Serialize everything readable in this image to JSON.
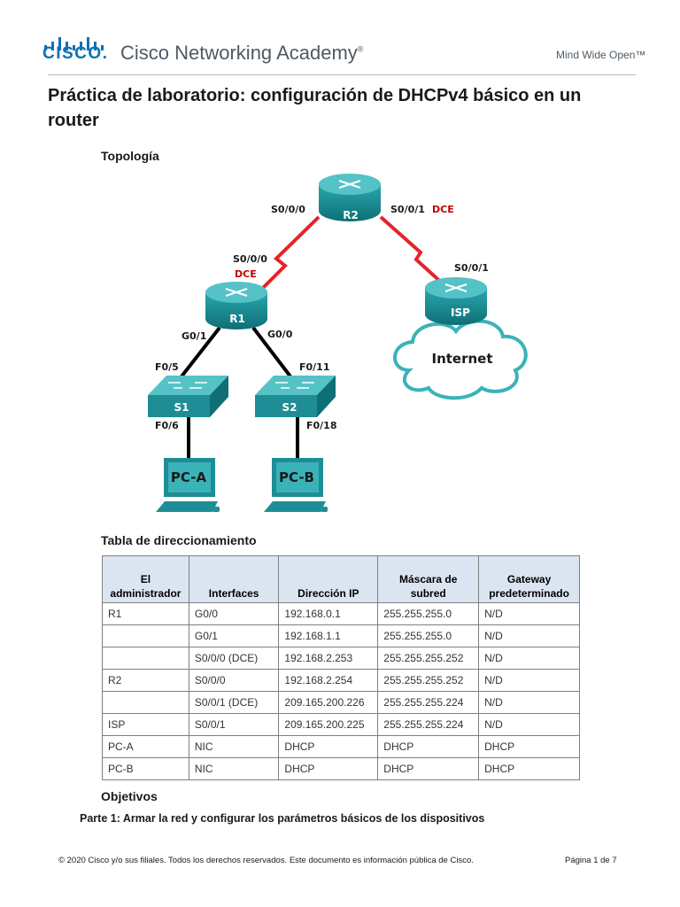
{
  "header": {
    "brand_word": "CISCO.",
    "academy": "Cisco Networking Academy",
    "registered": "®",
    "tagline": "Mind Wide Open™"
  },
  "title": "Práctica de laboratorio: configuración de DHCPv4 básico en un router",
  "topology": {
    "heading": "Topología",
    "devices": {
      "r1": "R1",
      "r2": "R2",
      "isp": "ISP",
      "s1": "S1",
      "s2": "S2",
      "pca": "PC-A",
      "pcb": "PC-B",
      "internet": "Internet"
    },
    "ports": {
      "r2_s000": "S0/0/0",
      "r2_s001": "S0/0/1",
      "r2_dce": "DCE",
      "r1_s000": "S0/0/0",
      "r1_dce": "DCE",
      "isp_s001": "S0/0/1",
      "r1_g01": "G0/1",
      "r1_g00": "G0/0",
      "s1_f05": "F0/5",
      "s2_f011": "F0/11",
      "s1_f06": "F0/6",
      "s2_f018": "F0/18"
    },
    "colors": {
      "device": "#1f8d95",
      "serial_link": "#e3242b",
      "ethernet_link": "#000000",
      "dce_text": "#c00000"
    }
  },
  "addressing": {
    "heading": "Tabla de direccionamiento",
    "headers": [
      "El administrador",
      "Interfaces",
      "Dirección IP",
      "Máscara de subred",
      "Gateway predeterminado"
    ],
    "rows": [
      [
        "R1",
        "G0/0",
        "192.168.0.1",
        "255.255.255.0",
        "N/D"
      ],
      [
        "",
        "G0/1",
        "192.168.1.1",
        "255.255.255.0",
        "N/D"
      ],
      [
        "",
        "S0/0/0 (DCE)",
        "192.168.2.253",
        "255.255.255.252",
        "N/D"
      ],
      [
        "R2",
        "S0/0/0",
        "192.168.2.254",
        "255.255.255.252",
        "N/D"
      ],
      [
        "",
        "S0/0/1 (DCE)",
        "209.165.200.226",
        "255.255.255.224",
        "N/D"
      ],
      [
        "ISP",
        "S0/0/1",
        "209.165.200.225",
        "255.255.255.224",
        "N/D"
      ],
      [
        "PC-A",
        "NIC",
        "DHCP",
        "DHCP",
        "DHCP"
      ],
      [
        "PC-B",
        "NIC",
        "DHCP",
        "DHCP",
        "DHCP"
      ]
    ]
  },
  "objectives": {
    "heading": "Objetivos",
    "part1": "Parte 1: Armar la red y configurar los parámetros básicos de los dispositivos"
  },
  "footer": {
    "copyright": "© 2020 Cisco y/o sus filiales. Todos los derechos reservados. Este documento es información pública de Cisco.",
    "page": "Página 1 de 7"
  }
}
